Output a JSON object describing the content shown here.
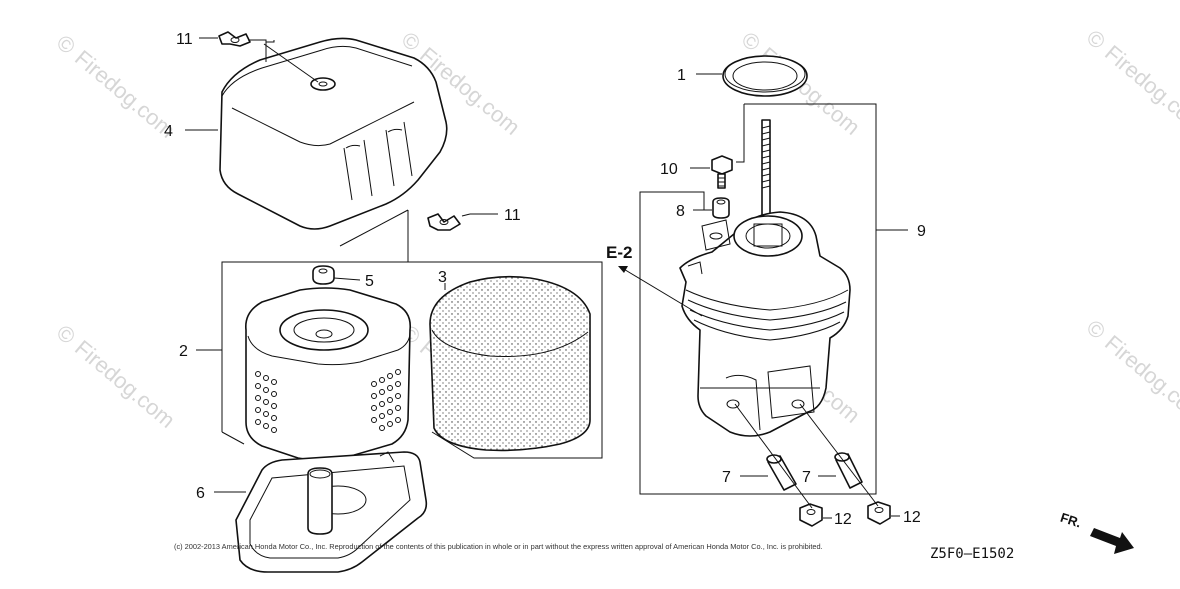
{
  "watermark": "Firedog.com",
  "watermark_symbol": "©",
  "callouts": {
    "c1": "1",
    "c2": "2",
    "c3": "3",
    "c4": "4",
    "c5": "5",
    "c6": "6",
    "c7a": "7",
    "c7b": "7",
    "c8": "8",
    "c9": "9",
    "c10": "10",
    "c11a": "11",
    "c11b": "11",
    "c12a": "12",
    "c12b": "12"
  },
  "reference": "E-2",
  "direction": "FR.",
  "diagram_code": "Z5F0—E1502",
  "copyright": "(c) 2002-2013 American Honda Motor Co., Inc. Reproduction of the contents of this publication in whole or in part without the express written approval of American Honda Motor Co., Inc. is prohibited.",
  "colors": {
    "line": "#111111",
    "watermark": "#d6d6d6"
  }
}
